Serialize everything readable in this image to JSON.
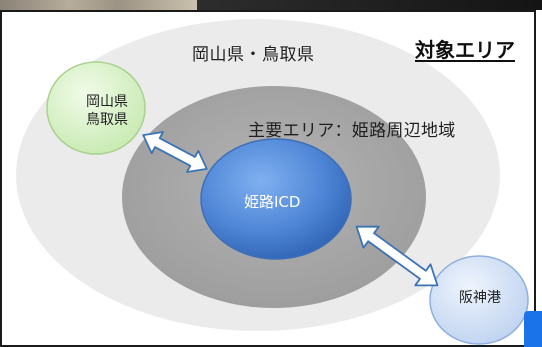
{
  "diagram": {
    "title": "対象エリア",
    "outer_region": "岡山県・鳥取県",
    "main_area": "主要エリア：姫路周辺地域",
    "left_node": "岡山県\n鳥取県",
    "center_node": "姫路ICD",
    "port_node": "阪神港"
  },
  "colors": {
    "outer_ellipse": "#ebebeb",
    "main_ellipse": "#a8a8a8",
    "center_node": "#4f86d6",
    "left_node": "#d7f2c8",
    "port_node": "#d3e2f6",
    "arrow": "#ffffff",
    "arrow_outline": "#3b73b5",
    "badge": "#1a73e8"
  }
}
